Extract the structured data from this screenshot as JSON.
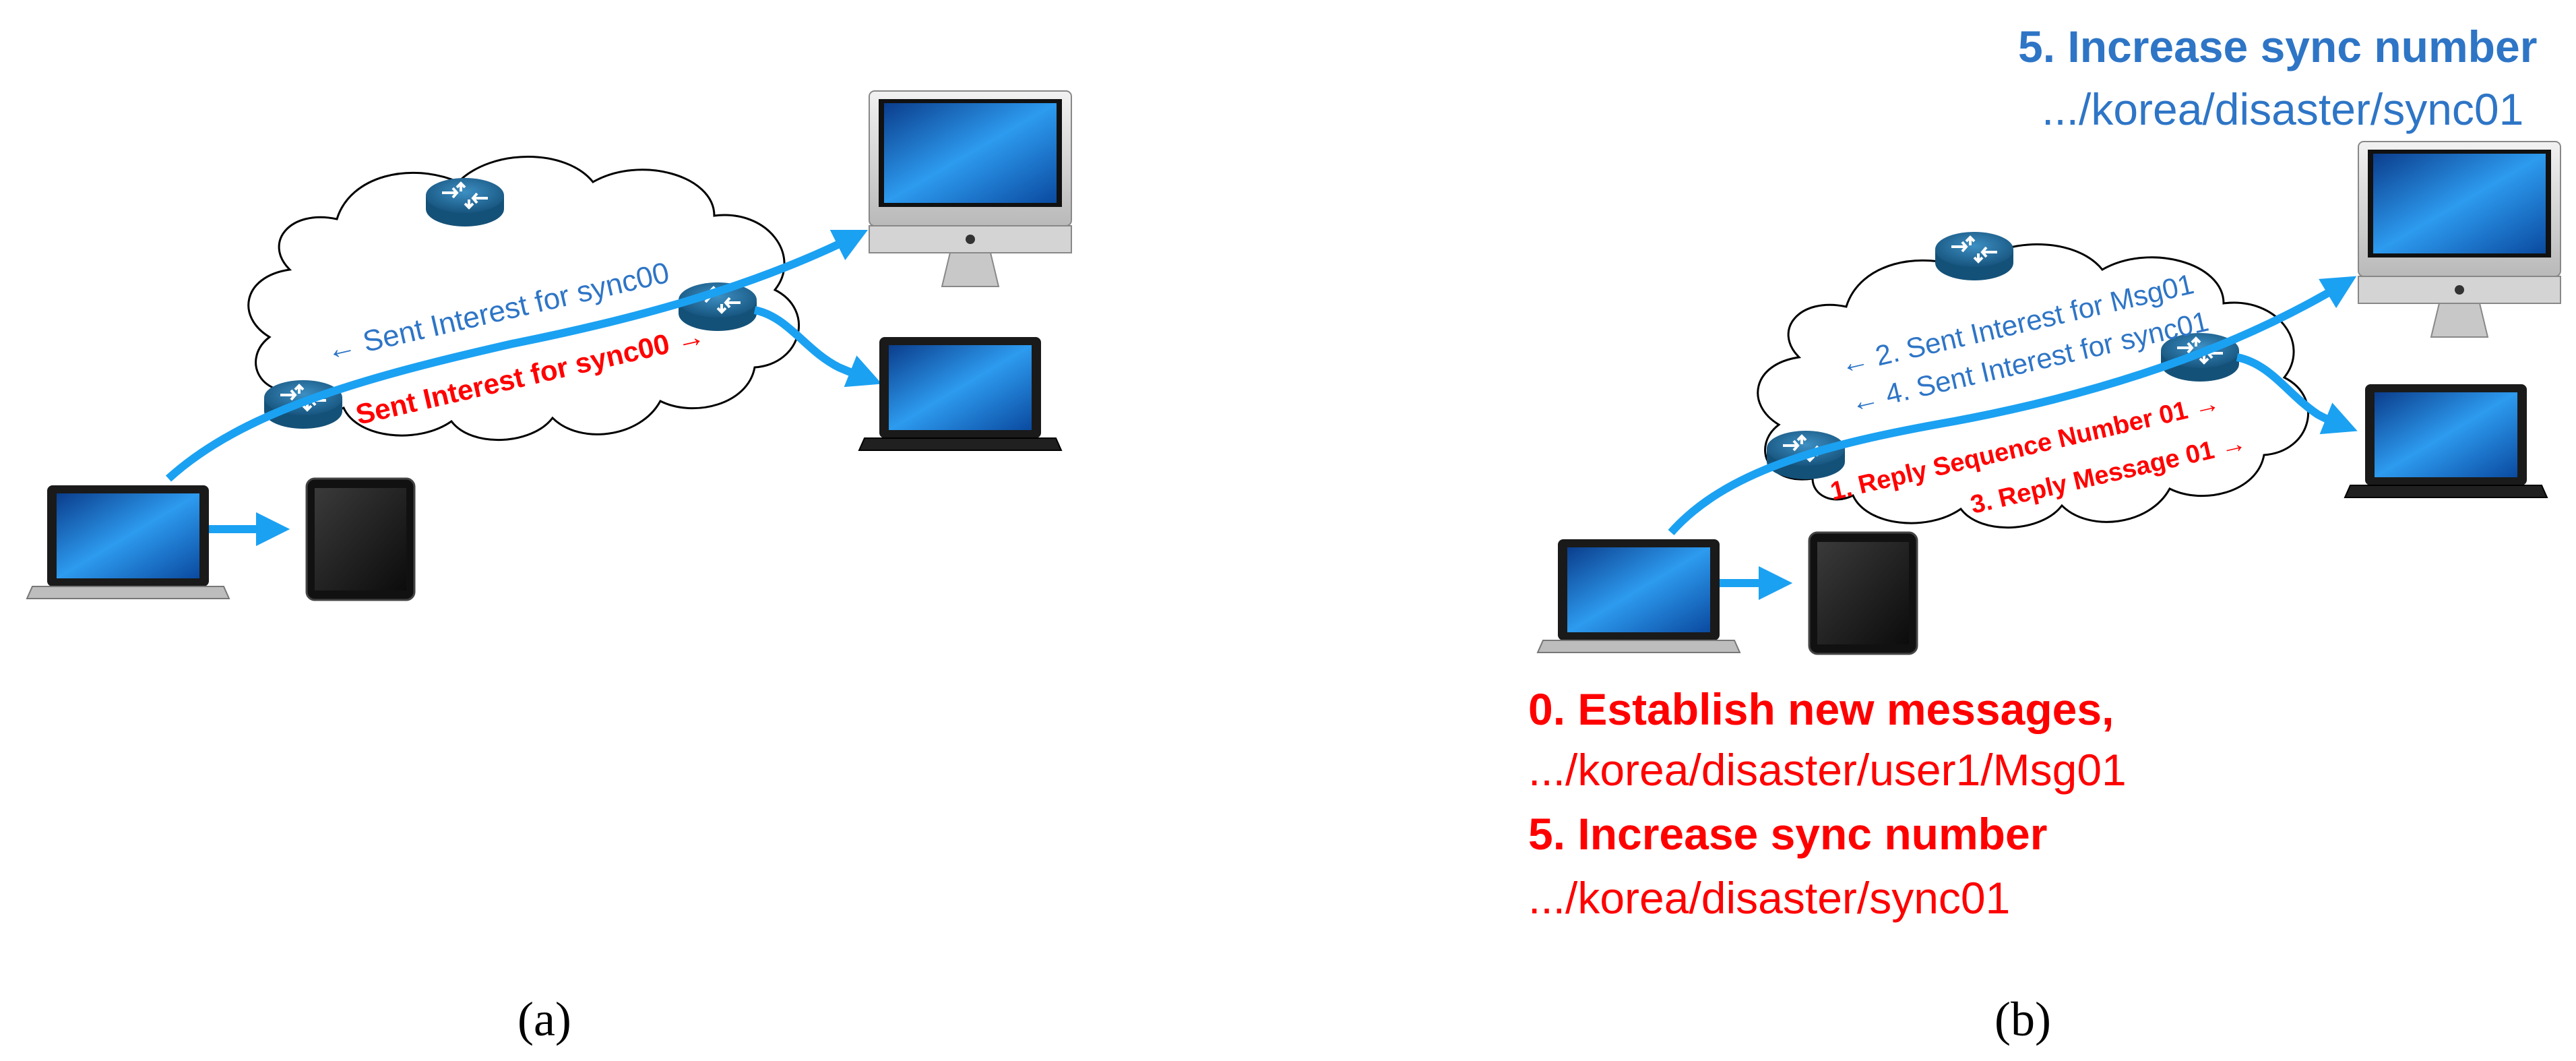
{
  "colors": {
    "flow_blue": "#1ba1f2",
    "label_blue": "#2e75c6",
    "label_red": "#ff0000",
    "router": "#1f6e9c",
    "screen": "#1a7fd4"
  },
  "panel_a": {
    "caption": "(a)",
    "labels": {
      "interest_blue": "← Sent Interest for sync00",
      "interest_red": "Sent Interest for sync00 →"
    }
  },
  "panel_b": {
    "caption": "(b)",
    "top_note": {
      "title": "5. Increase sync number",
      "path": ".../korea/disaster/sync01"
    },
    "labels": {
      "interest_msg": "← 2. Sent Interest for Msg01",
      "interest_sync": "← 4. Sent Interest for sync01",
      "reply_seq": "1. Reply Sequence Number 01 →",
      "reply_msg": "3. Reply Message 01 →"
    },
    "bottom_note": {
      "line1_title": "0. Establish new messages,",
      "line1_path": ".../korea/disaster/user1/Msg01",
      "line2_title": "5. Increase sync number",
      "line2_path": ".../korea/disaster/sync01"
    }
  },
  "icons": [
    "cloud-icon",
    "router-icon",
    "imac-icon",
    "laptop-icon",
    "tablet-icon"
  ]
}
